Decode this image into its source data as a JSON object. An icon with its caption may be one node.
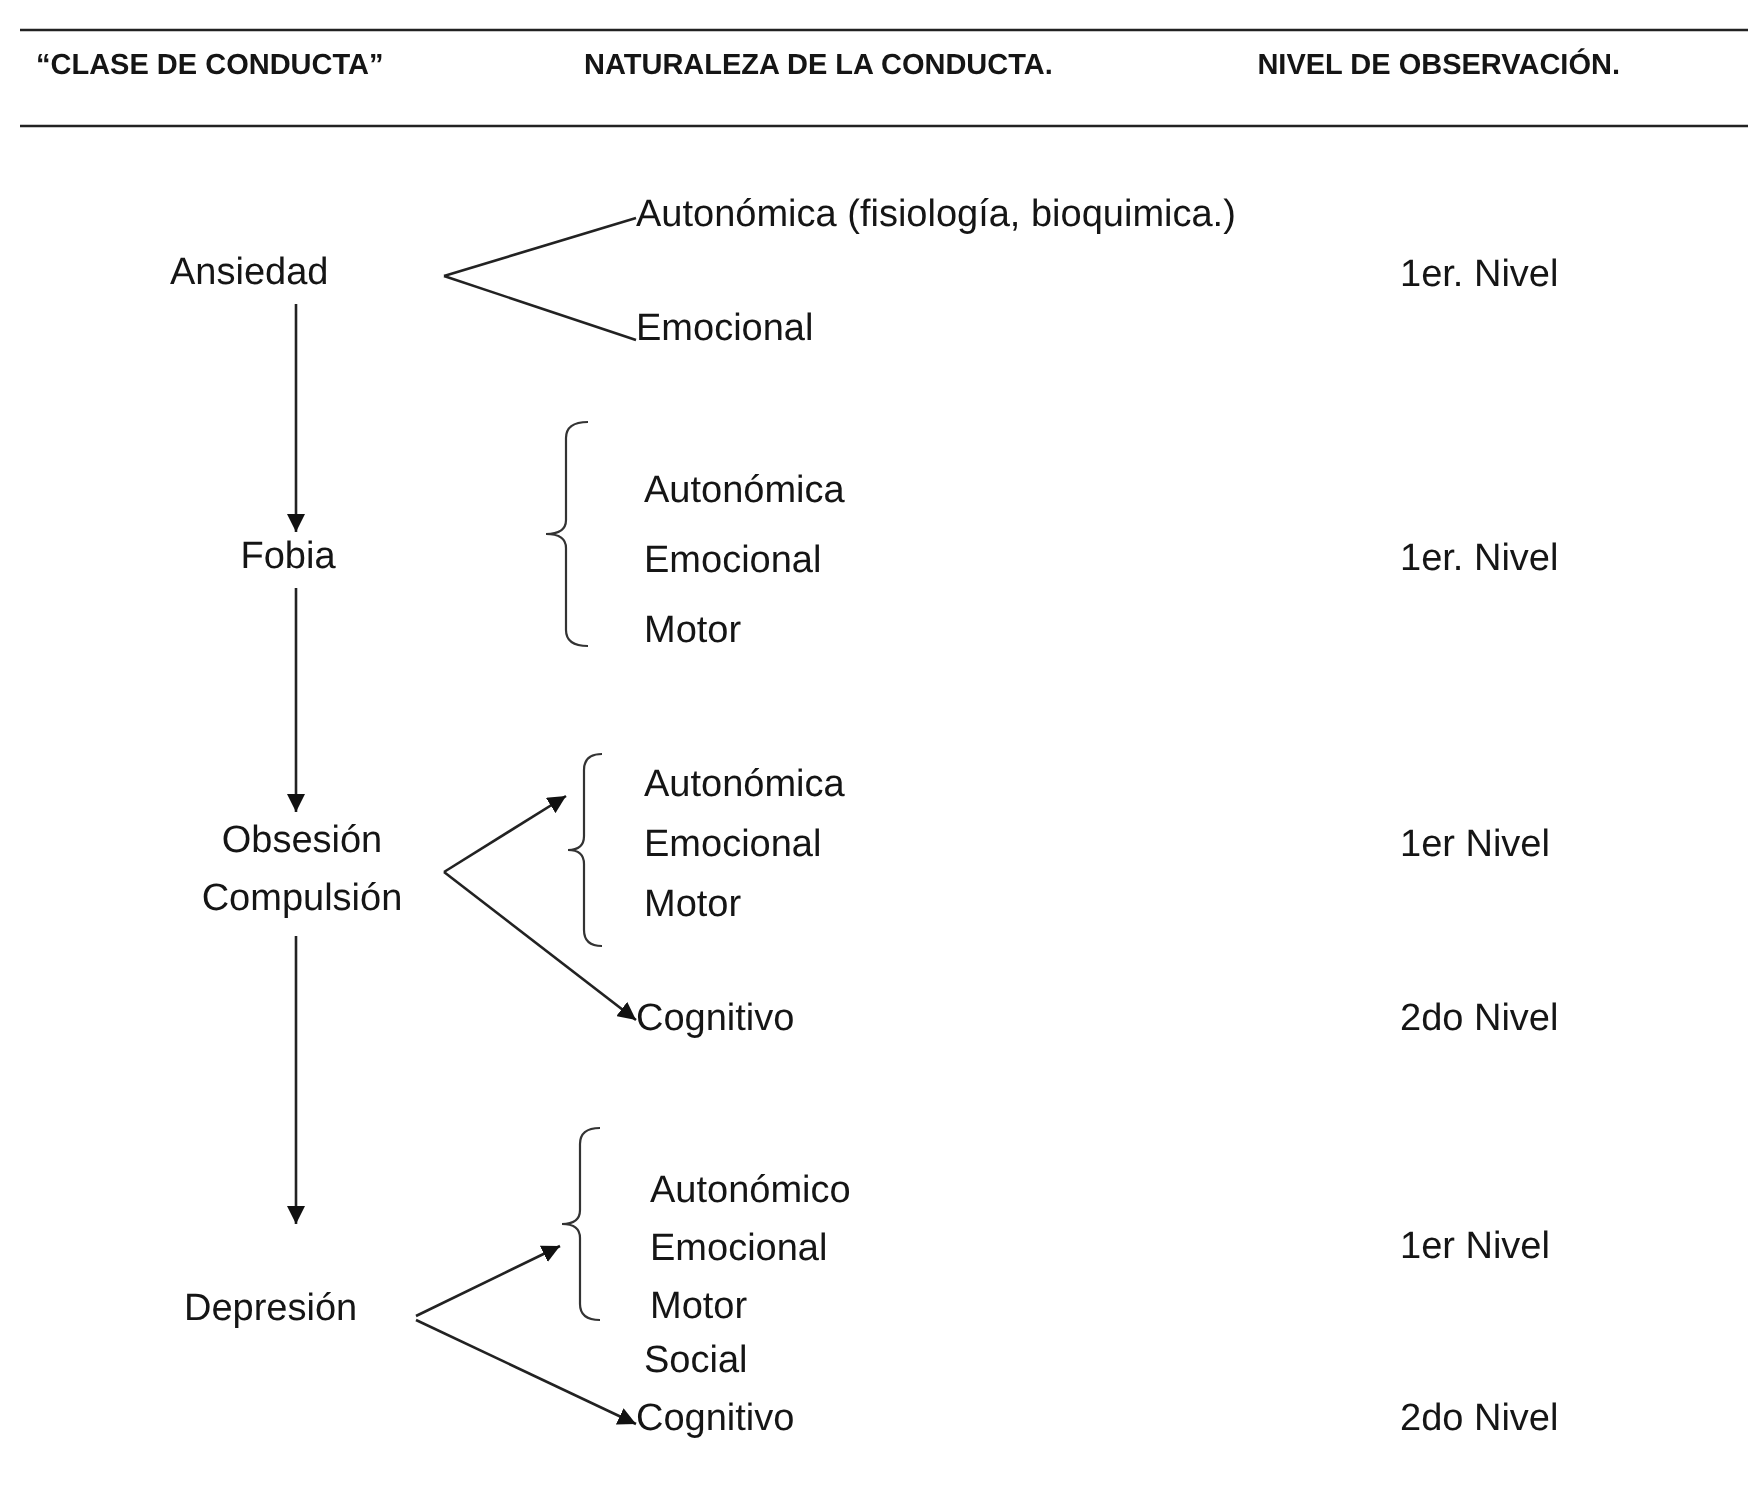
{
  "diagram": {
    "nodes": [
      {
        "text": [
          "Ansiedad"
        ]
      },
      {
        "text": [
          "Autonómica (fisiología, bioquimica.)"
        ]
      },
      {
        "text": [
          "Emocional"
        ]
      },
      {
        "text": [
          "Fobia"
        ]
      },
      {
        "text": [
          "Autonómica",
          "Emocional",
          "Motor"
        ]
      },
      {
        "text": [
          "Obsesión Compulsión"
        ]
      },
      {
        "text": [
          "Autonómica",
          "Emocional",
          "Motor"
        ]
      },
      {
        "text": [
          "Cognitivo"
        ]
      },
      {
        "text": [
          "Depresión"
        ]
      },
      {
        "text": [
          "Autonómico",
          "Emocional",
          "Motor"
        ]
      },
      {
        "text": [
          "Cognitivo"
        ]
      }
    ],
    "edges": [
      {
        "from": 0,
        "to": 1,
        "arrow": "none"
      },
      {
        "from": 0,
        "to": 2,
        "arrow": "none"
      },
      {
        "from": 0,
        "to": 3,
        "arrow": "to"
      },
      {
        "from": 3,
        "to": 5,
        "arrow": "to"
      },
      {
        "from": 5,
        "to": 6,
        "arrow": "to"
      },
      {
        "from": 5,
        "to": 7,
        "arrow": "to"
      },
      {
        "from": 5,
        "to": 8,
        "arrow": "to"
      },
      {
        "from": 8,
        "to": 9,
        "arrow": "to"
      },
      {
        "from": 8,
        "to": 10,
        "arrow": "to"
      }
    ],
    "labels": [
      "“CLASE DE CONDUCTA”",
      "NATURALEZA DE LA CONDUCTA.",
      "NIVEL DE OBSERVACIÓN.",
      "1er. Nivel",
      "1er. Nivel",
      "1er Nivel",
      "2do Nivel",
      "1er Nivel",
      "Social",
      "2do Nivel"
    ]
  }
}
